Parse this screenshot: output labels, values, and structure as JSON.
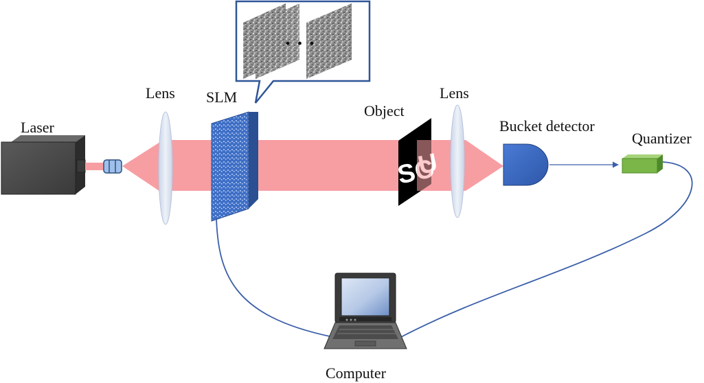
{
  "labels": {
    "laser": "Laser",
    "lens_left": "Lens",
    "slm": "SLM",
    "object": "Object",
    "lens_right": "Lens",
    "bucket_detector": "Bucket detector",
    "quantizer": "Quantizer",
    "computer": "Computer"
  },
  "patterns_ellipsis": "· · ·",
  "object_glyphs": {
    "left": "SC",
    "right": "U"
  },
  "colors": {
    "beam": "#f79ea3",
    "lens": "#dfe6f2",
    "slm": "#3d6fc4",
    "detector": "#3b68c5",
    "quantizer": "#7ab648",
    "cable": "#3a5fa8",
    "laser_body": "#4a4a4a"
  }
}
